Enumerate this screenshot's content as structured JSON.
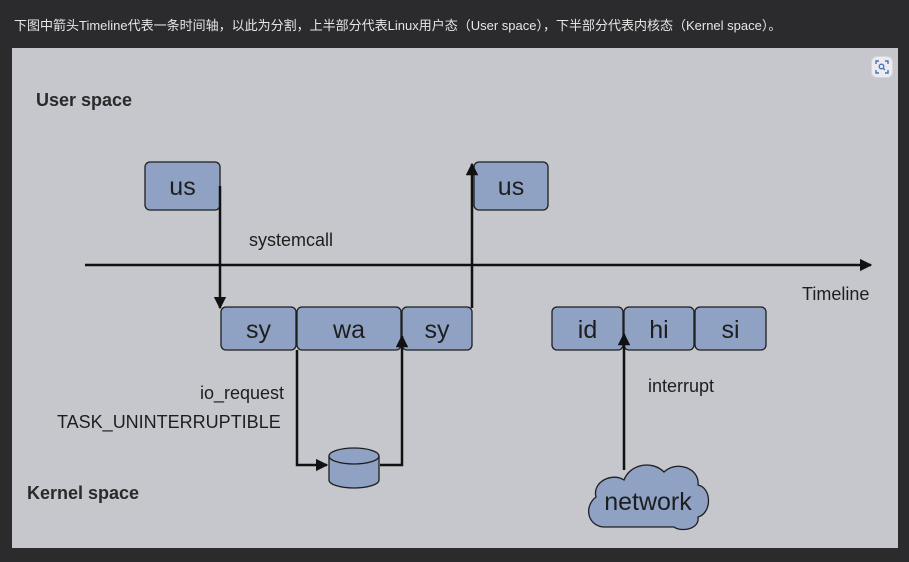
{
  "caption": "下图中箭头Timeline代表一条时间轴，以此为分割，上半部分代表Linux用户态（User space），下半部分代表内核态（Kernel space）。",
  "diagram": {
    "user_space": "User space",
    "kernel_space": "Kernel space",
    "timeline": "Timeline",
    "systemcall": "systemcall",
    "io_request": "io_request",
    "task_state": "TASK_UNINTERRUPTIBLE",
    "interrupt": "interrupt",
    "network": "network",
    "boxes": {
      "us1": "us",
      "us2": "us",
      "sy1": "sy",
      "wa": "wa",
      "sy2": "sy",
      "id": "id",
      "hi": "hi",
      "si": "si"
    }
  },
  "icons": {
    "zoom": "zoom-icon",
    "disk": "disk-icon",
    "cloud": "cloud-icon"
  },
  "colors": {
    "box_fill": "#8fa2c4",
    "panel": "#c6c7cc",
    "background": "#2b2b2d"
  }
}
